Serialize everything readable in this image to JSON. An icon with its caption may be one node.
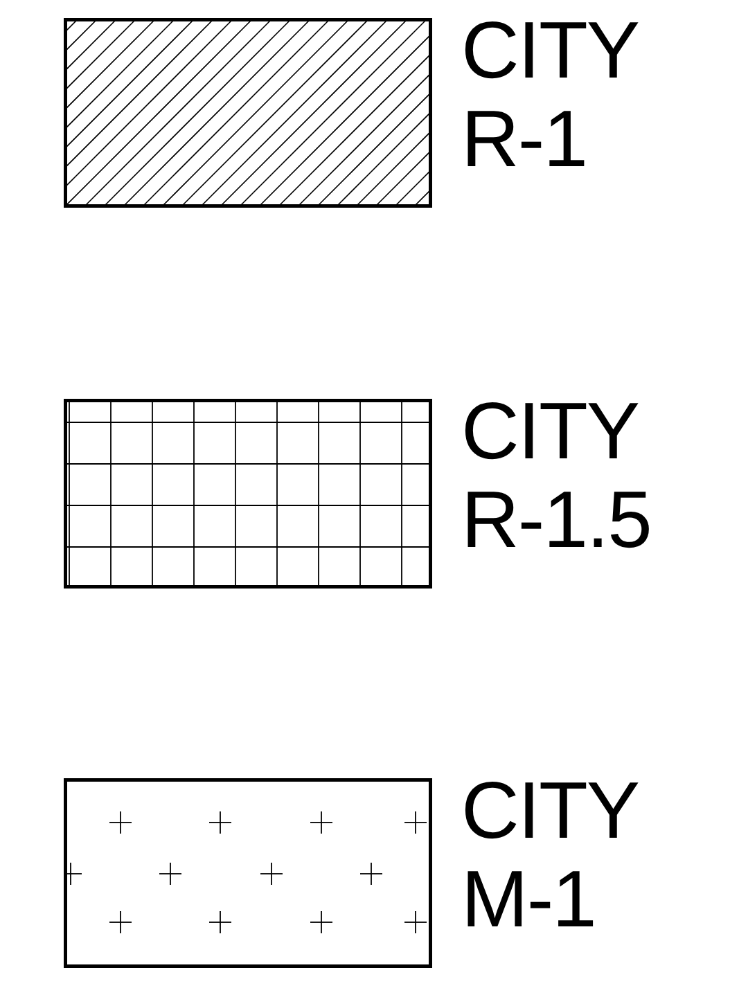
{
  "diagram": {
    "legend": [
      {
        "text": "CITY R-1"
      },
      {
        "text": "CITY R-1.5"
      },
      {
        "text": "CITY M-1"
      }
    ]
  }
}
